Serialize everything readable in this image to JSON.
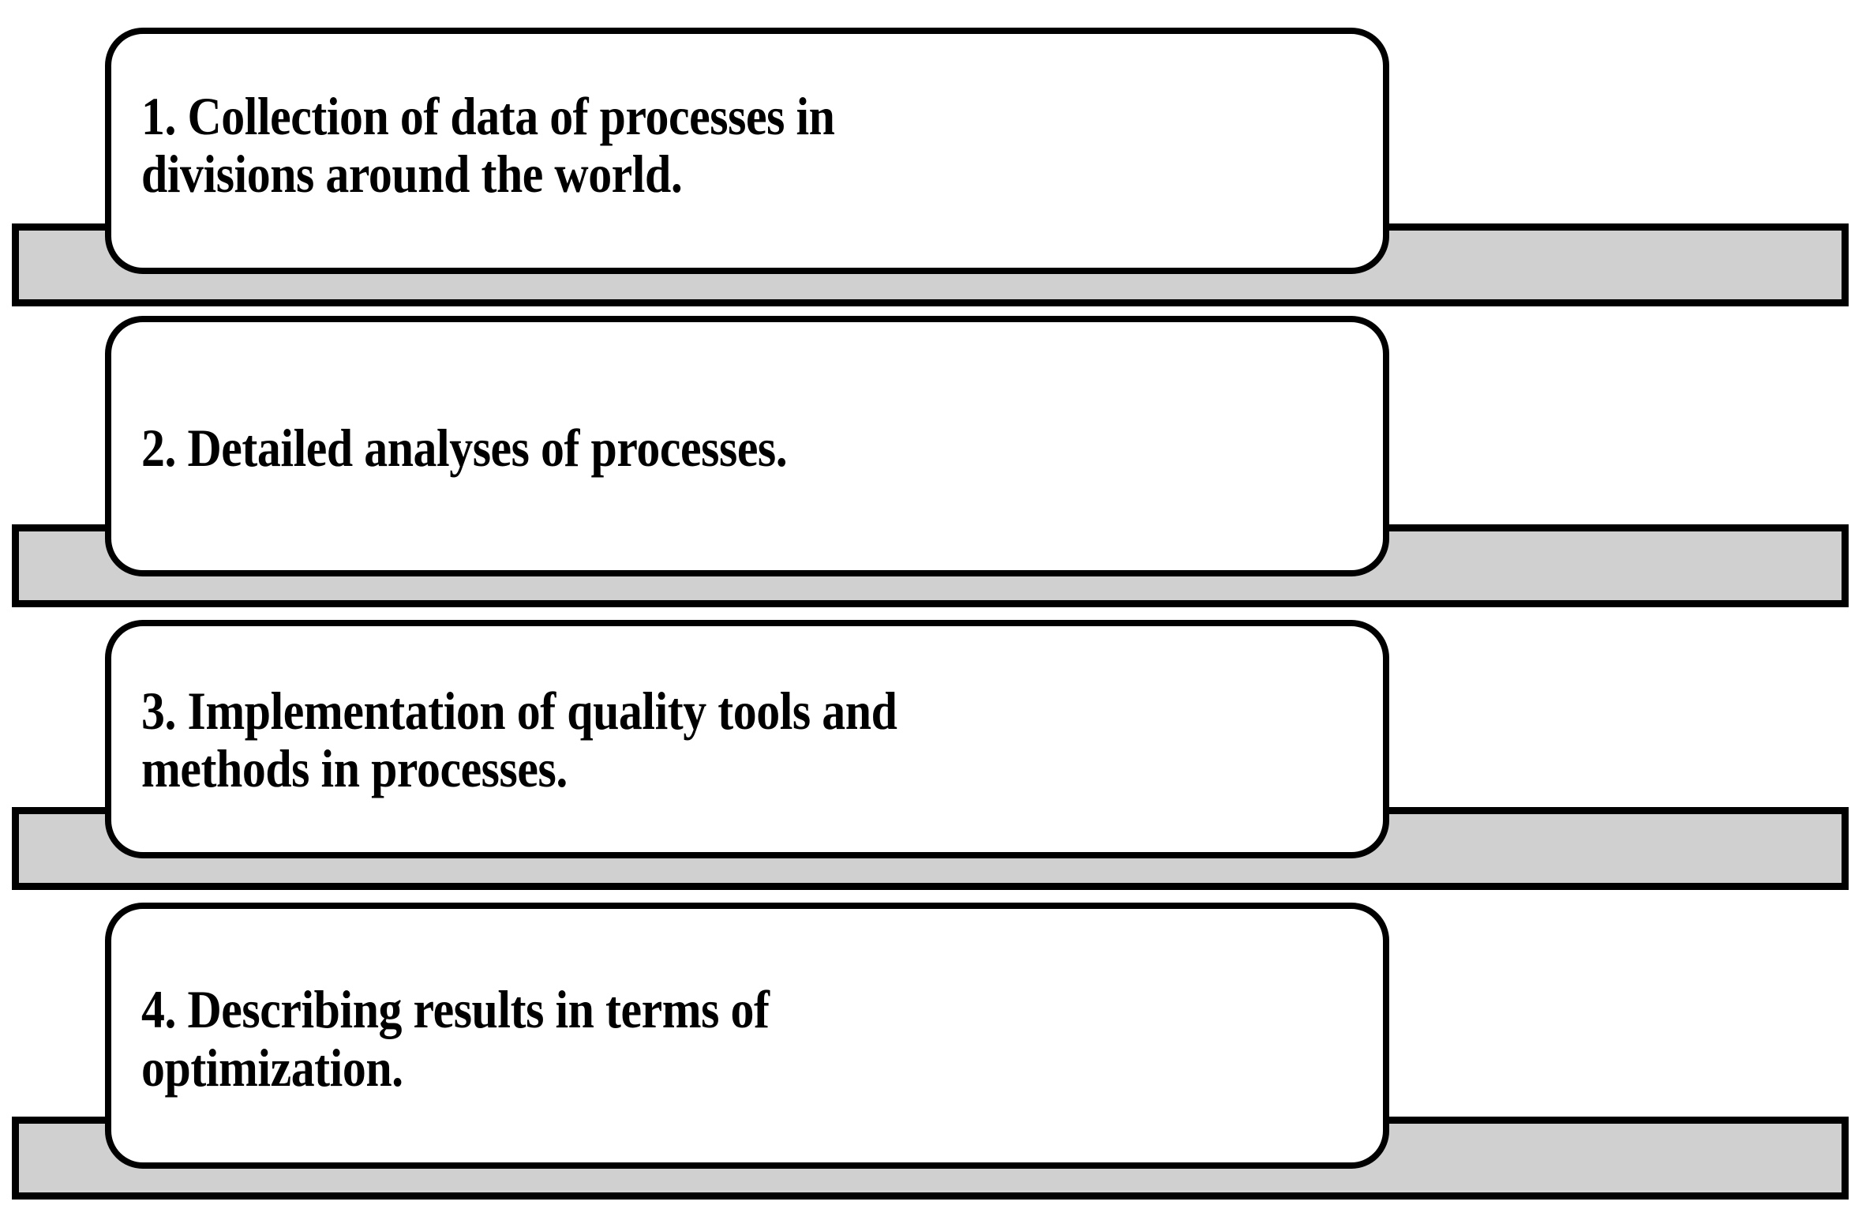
{
  "diagram": {
    "type": "stacked-process-steps",
    "orientation": "vertical",
    "colors": {
      "bar_fill": "#d0d0d0",
      "bar_border": "#000000",
      "box_fill": "#ffffff",
      "box_border": "#000000",
      "text": "#000000",
      "background": "#ffffff"
    },
    "steps": [
      {
        "number": "1",
        "text": "1. Collection of data of processes in\ndivisions around the world.",
        "line1": "1. Collection of data of processes in",
        "line2": "divisions around the world."
      },
      {
        "number": "2",
        "text": "2. Detailed analyses of processes.",
        "line1": "2. Detailed analyses of processes.",
        "line2": ""
      },
      {
        "number": "3",
        "text": "3. Implementation of quality tools and\nmethods in processes.",
        "line1": "3. Implementation of quality tools and",
        "line2": "methods in processes."
      },
      {
        "number": "4",
        "text": "4. Describing results in terms of\noptimization.",
        "line1": "4. Describing results in terms of",
        "line2": "optimization."
      }
    ]
  }
}
